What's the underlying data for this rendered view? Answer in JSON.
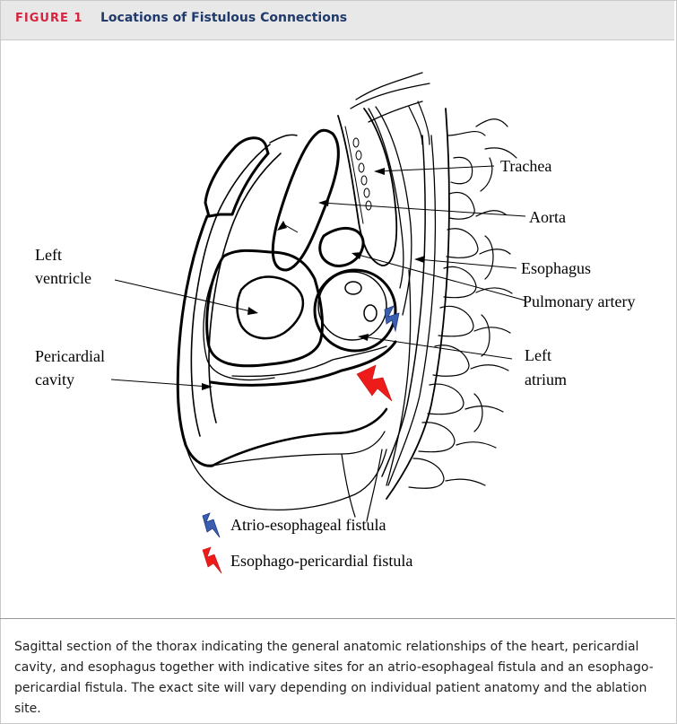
{
  "figure": {
    "label": "FIGURE 1",
    "title": "Locations of Fistulous Connections"
  },
  "diagram_labels": {
    "trachea": "Trachea",
    "aorta": "Aorta",
    "esophagus": "Esophagus",
    "pulmonary_artery": "Pulmonary artery",
    "left_atrium_1": "Left",
    "left_atrium_2": "atrium",
    "left_ventricle_1": "Left",
    "left_ventricle_2": "ventricle",
    "pericardial_cavity_1": "Pericardial",
    "pericardial_cavity_2": "cavity"
  },
  "legend": {
    "atrio": "Atrio-esophageal fistula",
    "esophago": "Esophago-pericardial fistula"
  },
  "colors": {
    "atrio_fistula": "#3a5fb0",
    "esophago_fistula": "#ee1b1b",
    "label": "#d6243f",
    "title": "#1f3a6b"
  },
  "caption": "Sagittal section of the thorax indicating the general anatomic relationships of the heart, pericardial cavity, and esophagus together with indicative sites for an atrio-esophageal fistula and an esophago-pericardial fistula. The exact site will vary depending on individual patient anatomy and the ablation site."
}
